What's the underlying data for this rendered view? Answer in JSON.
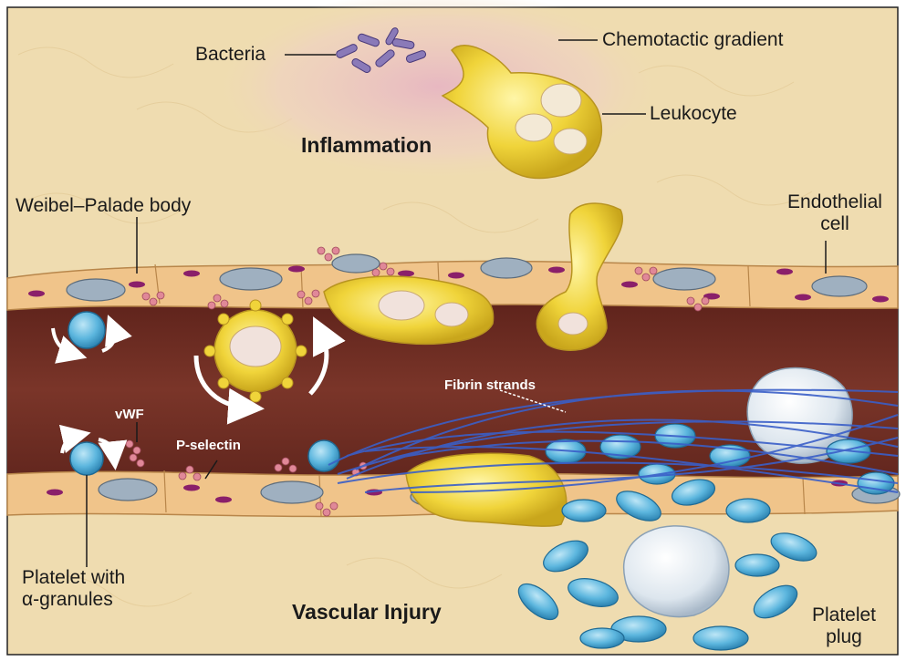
{
  "title_top": "Inflammation",
  "title_bottom": "Vascular Injury",
  "labels": {
    "bacteria": "Bacteria",
    "chemotactic_gradient": "Chemotactic gradient",
    "leukocyte": "Leukocyte",
    "weibel_palade_body": "Weibel–Palade body",
    "endothelial_cell_line1": "Endothelial",
    "endothelial_cell_line2": "cell",
    "fibrin_strands": "Fibrin strands",
    "vwf": "vWF",
    "p_selectin": "P-selectin",
    "platelet_line1": "Platelet with",
    "platelet_line2": "α-granules",
    "platelet_plug_line1": "Platelet",
    "platelet_plug_line2": "plug"
  },
  "colors": {
    "tissue": "#efdcb0",
    "vessel_lumen": "#6b2a22",
    "endothelium": "#f0c48a",
    "nucleus": "#9fb0c0",
    "granule": "#8a1f6a",
    "leukocyte": "#f2d640",
    "platelet": "#5ab4dc",
    "fibrin": "#3a5fc8",
    "chemotactic_glow": "#e8b8c4"
  }
}
